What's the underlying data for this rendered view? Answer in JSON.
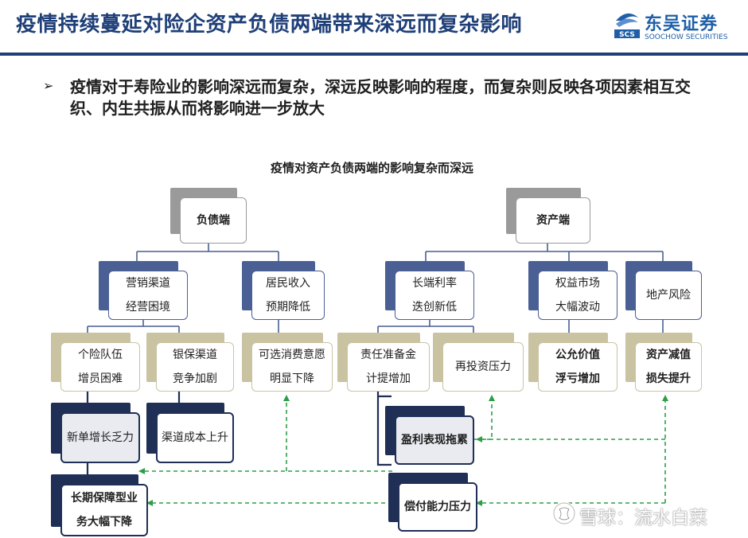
{
  "header": {
    "title": "疫情持续蔓延对险企资产负债两端带来深远而复杂影响",
    "logo_cn": "东吴证券",
    "logo_en": "SOOCHOW SECURITIES",
    "logo_mark_text": "SCS",
    "brand_color": "#1f3f78"
  },
  "bullet": {
    "arrow": "➢",
    "text": "疫情对于寿险业的影响深远而复杂，深远反映影响的程度，而复杂则反映各项因素相互交织、内生共振从而将影响进一步放大"
  },
  "diagram": {
    "title": "疫情对资产负债两端的影响复杂而深远",
    "colors": {
      "level1": "#9a9a9a",
      "level2": "#4a5f94",
      "level3": "#c9c3a2",
      "level4": "#1f2f55",
      "feedback_arrow": "#2e9e46"
    },
    "liability": {
      "root": {
        "line1": "负债端"
      },
      "marketing": {
        "line1": "营销渠道",
        "line2": "经营困境"
      },
      "income": {
        "line1": "居民收入",
        "line2": "预期降低"
      },
      "agents": {
        "line1": "个险队伍",
        "line2": "增员困难"
      },
      "banca": {
        "line1": "银保渠道",
        "line2": "竞争加剧"
      },
      "consumption": {
        "line1": "可选消费意愿",
        "line2": "明显下降"
      },
      "new_business": {
        "line1": "新单增长乏力"
      },
      "channel_cost": {
        "line1": "渠道成本上升"
      },
      "protection": {
        "line1": "长期保障型业",
        "line2": "务大幅下降"
      }
    },
    "asset": {
      "root": {
        "line1": "资产端"
      },
      "rates": {
        "line1": "长端利率",
        "line2": "迭创新低"
      },
      "equity": {
        "line1": "权益市场",
        "line2": "大幅波动"
      },
      "realestate": {
        "line1": "地产风险"
      },
      "reserve": {
        "line1": "责任准备金",
        "line2": "计提增加"
      },
      "reinvest": {
        "line1": "再投资压力"
      },
      "fairvalue": {
        "line1": "公允价值",
        "line2": "浮亏增加"
      },
      "impairment": {
        "line1": "资产减值",
        "line2": "损失提升"
      },
      "profit_drag": {
        "line1": "盈利表现拖累"
      },
      "solvency": {
        "line1": "偿付能力压力"
      }
    }
  },
  "watermark": {
    "text": "雪球：流水白菜"
  }
}
